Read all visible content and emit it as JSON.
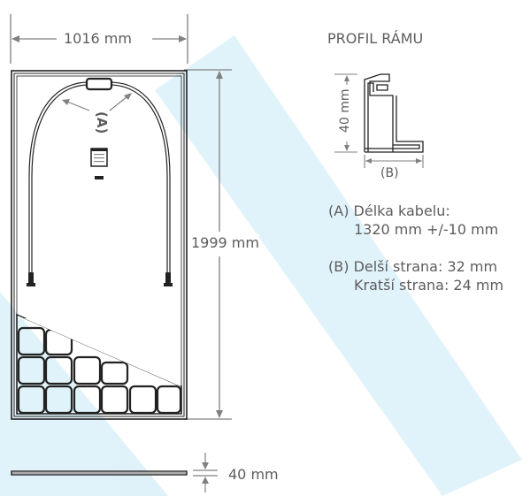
{
  "dimensions": {
    "width_label": "1016 mm",
    "height_label": "1999 mm",
    "thickness_label": "40 mm"
  },
  "panel": {
    "cable_marker": "(A)"
  },
  "frame_profile": {
    "title": "PROFIL RÁMU",
    "height_label": "40 mm",
    "width_label": "(B)"
  },
  "notes": [
    {
      "prefix": "(A)",
      "line1": "Délka kabelu:",
      "line2": "1320 mm +/-10 mm"
    },
    {
      "prefix": "(B)",
      "line1": "Delší strana: 32 mm",
      "line2": "Kratší strana: 24 mm"
    }
  ],
  "colors": {
    "watermark": "#1aa3d9",
    "line": "#222222",
    "dim": "#808080"
  }
}
